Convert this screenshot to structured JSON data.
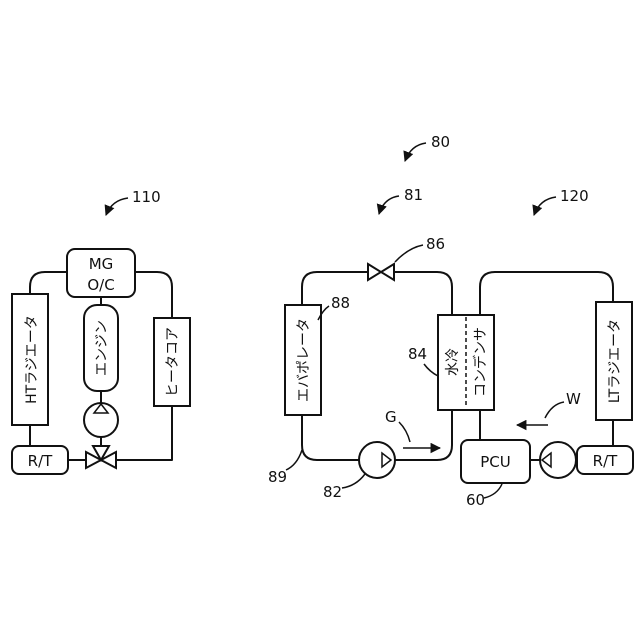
{
  "refs": {
    "r110": "110",
    "r80": "80",
    "r81": "81",
    "r120": "120",
    "r86": "86",
    "r88": "88",
    "r84": "84",
    "r89": "89",
    "r82": "82",
    "r60": "60",
    "rG": "G",
    "rW": "W"
  },
  "left_loop": {
    "mg_line1": "MG",
    "mg_line2": "O/C",
    "ht_radiator": "HTラジエータ",
    "engine": "エンジン",
    "heater_core": "ヒータコア",
    "rt": "R/T"
  },
  "right_loop": {
    "evaporator": "エバポレータ",
    "condenser_line1": "水冷",
    "condenser_line2": "コンデンサ",
    "pcu": "PCU",
    "lt_radiator": "LTラジエータ",
    "rt": "R/T"
  }
}
